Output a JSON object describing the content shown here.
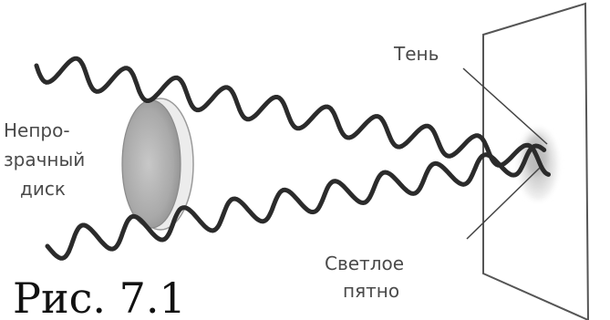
{
  "labels": {
    "disk": [
      "Непро-",
      "зрачный",
      "диск"
    ],
    "shadow": "Тень",
    "bright_spot": [
      "Светлое",
      "пятно"
    ]
  },
  "caption": "Рис. 7.1",
  "colors": {
    "wave": "#2b2b2b",
    "screen_edge": "#555555",
    "disk_face": "#b0b0b0",
    "disk_rim": "#d8d8d8",
    "spot": "#dcdcdc",
    "text": "#4a4a4a"
  }
}
